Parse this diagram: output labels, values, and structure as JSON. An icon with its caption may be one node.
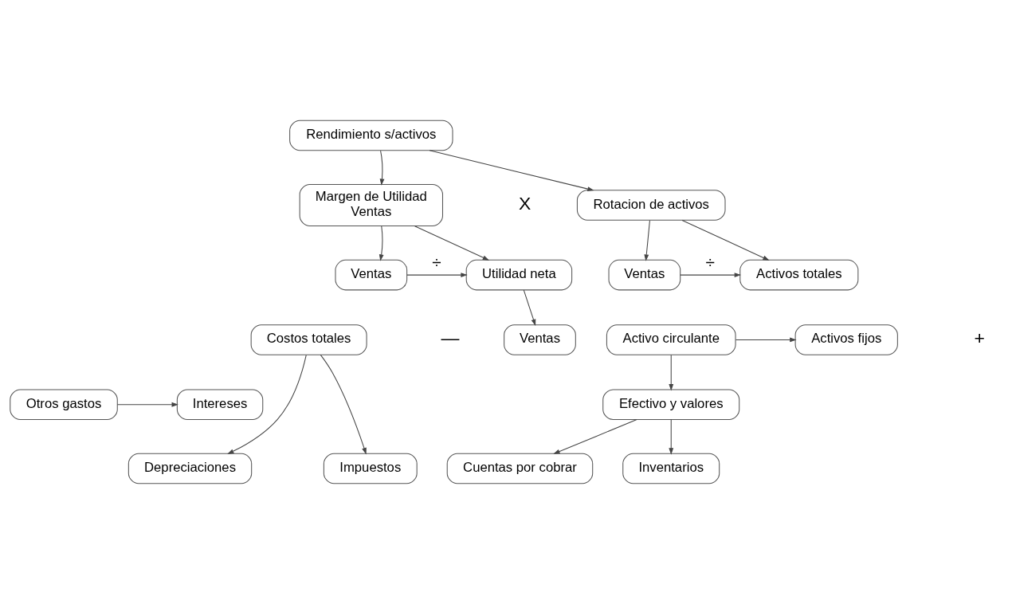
{
  "diagram": {
    "nodes": [
      {
        "text": [
          "Rendimiento s/activos"
        ]
      },
      {
        "text": [
          "Margen de Utilidad",
          "Ventas"
        ]
      },
      {
        "text": [
          "Rotacion de activos"
        ]
      },
      {
        "text": [
          "Ventas"
        ]
      },
      {
        "text": [
          "Utilidad neta"
        ]
      },
      {
        "text": [
          "Ventas"
        ]
      },
      {
        "text": [
          "Activos totales"
        ]
      },
      {
        "text": [
          "Costos totales"
        ]
      },
      {
        "text": [
          "Ventas"
        ]
      },
      {
        "text": [
          "Activos fijos"
        ]
      },
      {
        "text": [
          "Activo circulante"
        ]
      },
      {
        "text": [
          "Otros gastos"
        ]
      },
      {
        "text": [
          "Intereses"
        ]
      },
      {
        "text": [
          "Efectivo y valores"
        ]
      },
      {
        "text": [
          "Depreciaciones"
        ]
      },
      {
        "text": [
          "Impuestos"
        ]
      },
      {
        "text": [
          "Cuentas por cobrar"
        ]
      },
      {
        "text": [
          "Inventarios"
        ]
      }
    ],
    "edges": [
      {
        "from": 0,
        "to": 1,
        "arrow": "to"
      },
      {
        "from": 0,
        "to": 2,
        "arrow": "to"
      },
      {
        "from": 1,
        "to": 3,
        "arrow": "to"
      },
      {
        "from": 1,
        "to": 4,
        "arrow": "to"
      },
      {
        "from": 3,
        "to": 4,
        "arrow": "to",
        "label": "÷"
      },
      {
        "from": 2,
        "to": 5,
        "arrow": "to"
      },
      {
        "from": 2,
        "to": 6,
        "arrow": "to"
      },
      {
        "from": 5,
        "to": 6,
        "arrow": "to",
        "label": "÷"
      },
      {
        "from": 4,
        "to": 8,
        "arrow": "to"
      },
      {
        "from": 11,
        "to": 12,
        "arrow": "to"
      },
      {
        "from": 7,
        "to": 14,
        "arrow": "to"
      },
      {
        "from": 7,
        "to": 15,
        "arrow": "to"
      },
      {
        "from": 10,
        "to": 9,
        "arrow": "to"
      },
      {
        "from": 10,
        "to": 13,
        "arrow": "to"
      },
      {
        "from": 13,
        "to": 16,
        "arrow": "to"
      },
      {
        "from": 13,
        "to": 17,
        "arrow": "to"
      }
    ],
    "labels": [
      "X",
      "—",
      "+"
    ]
  }
}
